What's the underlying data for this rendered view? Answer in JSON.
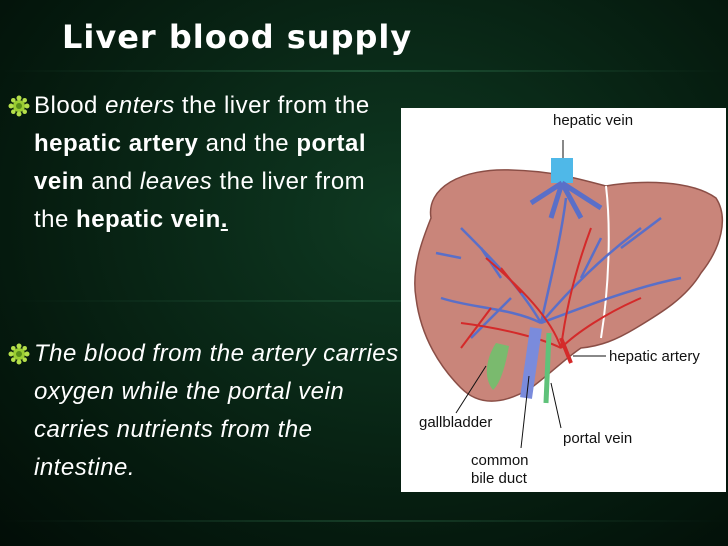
{
  "slide": {
    "title": "Liver blood supply",
    "bullet1": {
      "p1": "Blood ",
      "p2": "enters",
      "p3": " the liver from the ",
      "p4": "hepatic artery",
      "p5": " and the ",
      "p6": "portal vein",
      "p7": " and ",
      "p8": "leaves",
      "p9": " the liver from the ",
      "p10": "hepatic vein",
      "p11": ". "
    },
    "bullet2": "The blood from the artery carries oxygen while the portal vein carries nutrients from the intestine."
  },
  "figure": {
    "labels": {
      "hepatic_vein": "hepatic vein",
      "hepatic_artery": "hepatic artery",
      "gallbladder": "gallbladder",
      "portal_vein": "portal vein",
      "common_bile_duct_1": "common",
      "common_bile_duct_2": "bile duct"
    }
  },
  "colors": {
    "liver": "#c9857a",
    "vein_blue": "#5a6fc8",
    "artery_red": "#d42a2a",
    "gallbladder_green": "#6cc36c",
    "hepatic_vein_cyan": "#4fb8e8"
  }
}
